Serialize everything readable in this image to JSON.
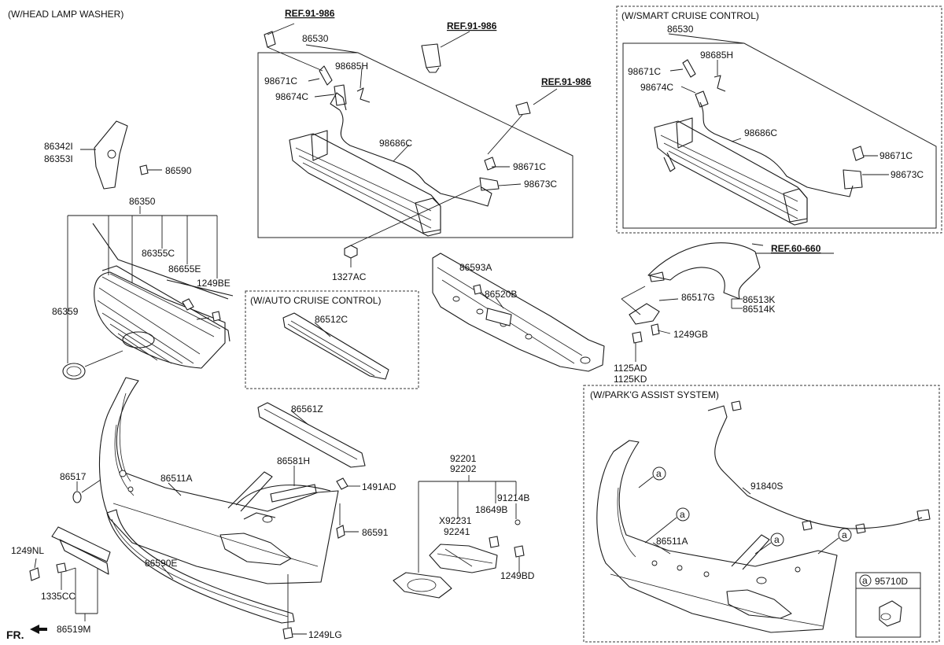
{
  "sections": {
    "head_lamp_washer": "(W/HEAD LAMP WASHER)",
    "smart_cruise": "(W/SMART CRUISE CONTROL)",
    "auto_cruise": "(W/AUTO CRUISE CONTROL)",
    "park_assist": "(W/PARK'G ASSIST SYSTEM)"
  },
  "refs": {
    "ref1": "REF.91-986",
    "ref2": "REF.91-986",
    "ref3": "REF.91-986",
    "ref4": "REF.60-660"
  },
  "labels": {
    "p86530a": "86530",
    "p98685Ha": "98685H",
    "p98671Ca": "98671C",
    "p98674Ca": "98674C",
    "p98686Ca": "98686C",
    "p98671Cb": "98671C",
    "p98673Ca": "98673C",
    "p1327AC": "1327AC",
    "p86530b": "86530",
    "p98671Cc": "98671C",
    "p98685Hb": "98685H",
    "p98674Cb": "98674C",
    "p98686Cb": "98686C",
    "p98671Cd": "98671C",
    "p98673Cb": "98673C",
    "p86342I": "86342I",
    "p86353I": "86353I",
    "p86590": "86590",
    "p86350": "86350",
    "p86355C": "86355C",
    "p86655E": "86655E",
    "p1249BE": "1249BE",
    "p86359": "86359",
    "p86512C": "86512C",
    "p86593A": "86593A",
    "p86520B": "86520B",
    "p86517G": "86517G",
    "p86513K": "86513K",
    "p86514K": "86514K",
    "p1249GB": "1249GB",
    "p1125AD": "1125AD",
    "p1125KD": "1125KD",
    "p86561Z": "86561Z",
    "p86581H": "86581H",
    "p1491AD": "1491AD",
    "p86517": "86517",
    "p86511Aa": "86511A",
    "p86591": "86591",
    "p1249NL": "1249NL",
    "p86590E": "86590E",
    "p1335CC": "1335CC",
    "p86519M": "86519M",
    "p1249LG": "1249LG",
    "p92201": "92201",
    "p92202": "92202",
    "p91214B": "91214B",
    "p18649B": "18649B",
    "pX92231": "X92231",
    "p92241": "92241",
    "p1249BD": "1249BD",
    "p91840S": "91840S",
    "p86511Ab": "86511A",
    "p95710D": "95710D",
    "circle_a": "a",
    "fr": "FR."
  }
}
